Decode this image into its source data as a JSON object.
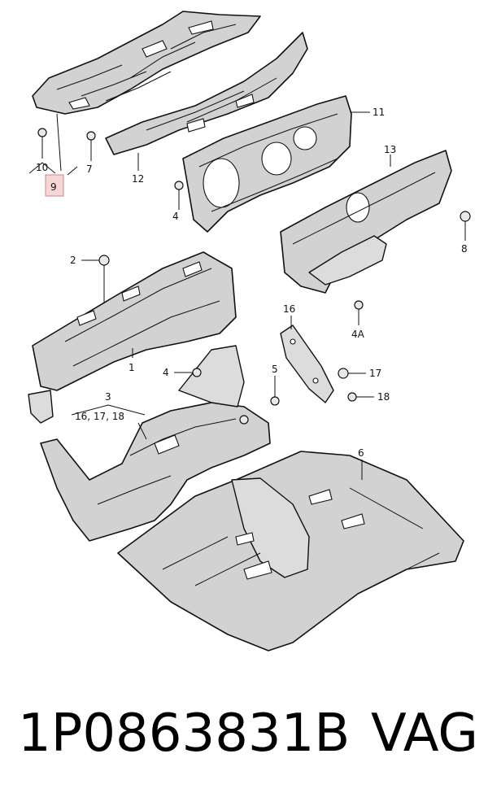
{
  "diagram": {
    "callouts": {
      "c1": "1",
      "c2": "2",
      "c3": "3",
      "c3_sub": "16, 17, 18",
      "c4a": "4",
      "c4b": "4",
      "c4A": "4A",
      "c5": "5",
      "c6": "6",
      "c7": "7",
      "c8": "8",
      "c9": "9",
      "c10": "10",
      "c11": "11",
      "c12": "12",
      "c13": "13",
      "c16": "16",
      "c17": "17",
      "c18": "18"
    },
    "highlight_color": "#f7d6d6"
  },
  "footer": {
    "part_number": "1P0863831B",
    "brand": "VAG"
  }
}
